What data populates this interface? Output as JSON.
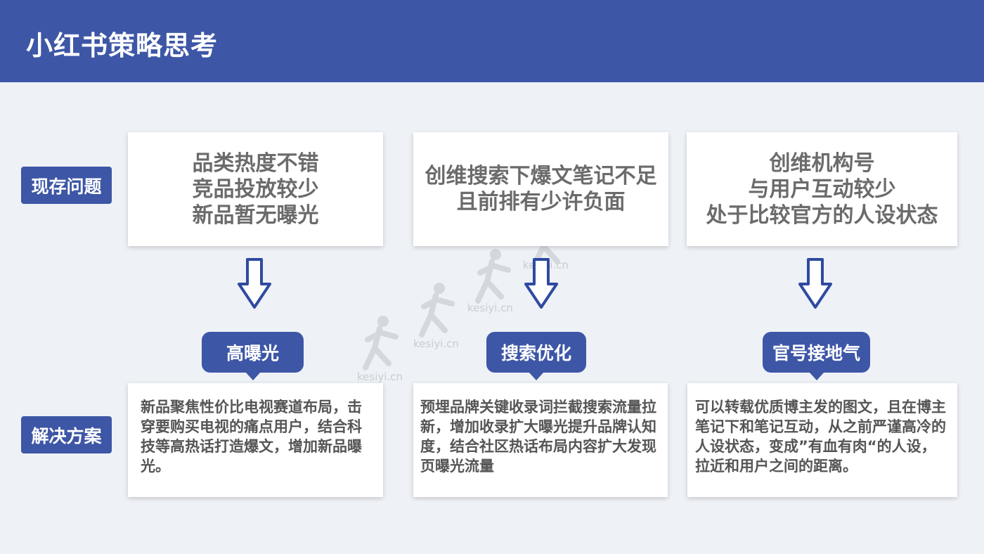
{
  "header": {
    "title": "小红书策略思考"
  },
  "rows": {
    "problem_label": "现存问题",
    "solution_label": "解决方案"
  },
  "columns": [
    {
      "problem_lines": [
        "品类热度不错",
        "竞品投放较少",
        "新品暂无曝光"
      ],
      "tag": "高曝光",
      "solution": "新品聚焦性价比电视赛道布局，击穿要购买电视的痛点用户，结合科技等高热话打造爆文，增加新品曝光。"
    },
    {
      "problem_lines": [
        "创维搜索下爆文笔记不足",
        "且前排有少许负面"
      ],
      "tag": "搜索优化",
      "solution": "预埋品牌关键收录词拦截搜索流量拉新，增加收录扩大曝光提升品牌认知度，结合社区热话布局内容扩大发现页曝光流量"
    },
    {
      "problem_lines": [
        "创维机构号",
        "与用户互动较少",
        "处于比较官方的人设状态"
      ],
      "tag": "官号接地气",
      "solution": "可以转载优质博主发的图文，且在博主笔记下和笔记互动，从之前严谨高冷的人设状态，变成”有血有肉“的人设，拉近和用户之间的距离。"
    }
  ],
  "watermark": {
    "text": "kesiyi.cn"
  },
  "icons": {
    "arrow": "down-arrow-icon",
    "runner": "runner-figure-icon"
  },
  "colors": {
    "brand": "#3d56a6",
    "background": "#eef1f6",
    "card": "#ffffff",
    "text": "#6b6b6b"
  }
}
